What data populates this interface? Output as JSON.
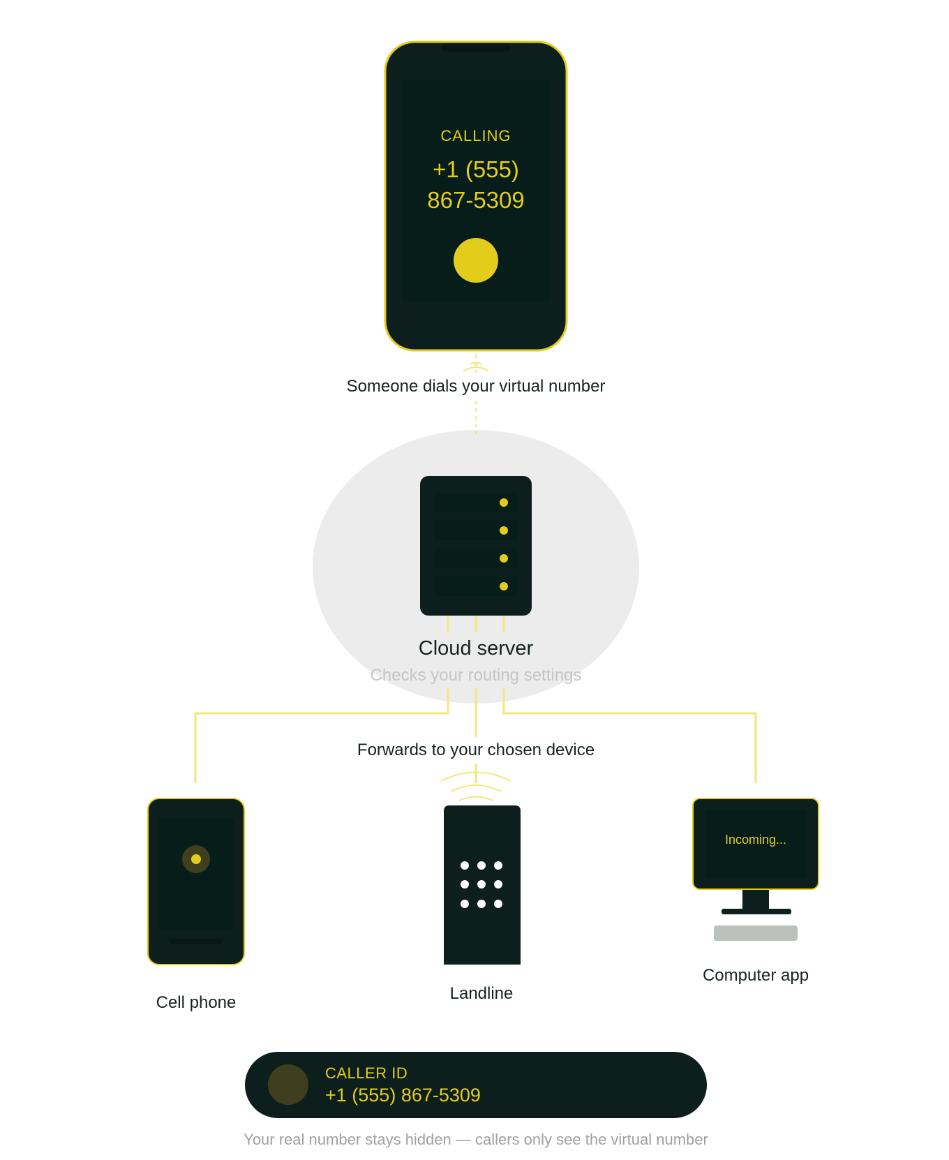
{
  "colors": {
    "accent": "#e4cd1a",
    "accent_pale": "#f3e67c",
    "dark": "#0d1f1c",
    "screen": "#071d1a",
    "cloud_bg": "#ebeceb",
    "text_dark": "#17221f",
    "text_muted": "#c3c7c4",
    "caption_muted": "#9ea19e",
    "keyboard": "#bdc1be",
    "avatar": "#3f3f1f"
  },
  "caller_phone": {
    "status": "CALLING",
    "number_line1": "+1 (555)",
    "number_line2": "867-5309"
  },
  "step_dial": "Someone dials your virtual number",
  "server": {
    "title": "Cloud server",
    "subtitle": "Checks your routing settings"
  },
  "step_forward": "Forwards to your chosen device",
  "devices": {
    "cell_label": "Cell phone",
    "landline_label": "Landline",
    "computer_label": "Computer app",
    "computer_screen_text": "Incoming..."
  },
  "caller_id": {
    "label": "CALLER ID",
    "number": "+1 (555) 867-5309"
  },
  "footer_note": "Your real number stays hidden — callers only see the virtual number"
}
